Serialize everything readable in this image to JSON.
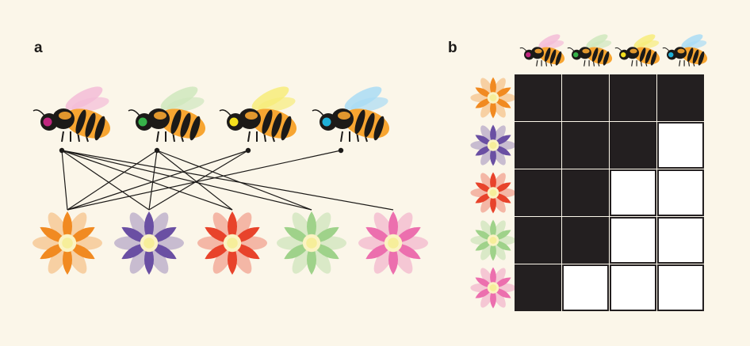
{
  "panels": {
    "a": {
      "label": "a"
    },
    "b": {
      "label": "b"
    }
  },
  "colors": {
    "background": "#fbf6e9",
    "edge_line": "#1c1a18",
    "matrix_filled": "#231f20",
    "matrix_empty": "#ffffff",
    "bee_body_stripe": "#f7a531",
    "bee_body_dark": "#1c1a18"
  },
  "bees": [
    {
      "name": "bee-1",
      "tag_color": "#c0267f",
      "wing_color": "#f3bcd7"
    },
    {
      "name": "bee-2",
      "tag_color": "#37b34a",
      "wing_color": "#cfe7bd"
    },
    {
      "name": "bee-3",
      "tag_color": "#f4e01d",
      "wing_color": "#f7ec7a"
    },
    {
      "name": "bee-4",
      "tag_color": "#1fb0d8",
      "wing_color": "#a9dcf4"
    }
  ],
  "flowers": [
    {
      "name": "orange-flower",
      "petal_color": "#f18a21"
    },
    {
      "name": "purple-flower",
      "petal_color": "#6a4fa3"
    },
    {
      "name": "red-flower",
      "petal_color": "#e8432b"
    },
    {
      "name": "green-flower",
      "petal_color": "#9fd28a"
    },
    {
      "name": "pink-flower",
      "petal_color": "#ec6fae"
    }
  ],
  "network_edges": [
    [
      0,
      0
    ],
    [
      0,
      1
    ],
    [
      0,
      2
    ],
    [
      0,
      3
    ],
    [
      0,
      4
    ],
    [
      1,
      0
    ],
    [
      1,
      1
    ],
    [
      1,
      2
    ],
    [
      1,
      3
    ],
    [
      2,
      0
    ],
    [
      2,
      1
    ],
    [
      3,
      0
    ]
  ],
  "interaction_matrix": [
    [
      1,
      1,
      1,
      1
    ],
    [
      1,
      1,
      1,
      0
    ],
    [
      1,
      1,
      0,
      0
    ],
    [
      1,
      1,
      0,
      0
    ],
    [
      1,
      0,
      0,
      0
    ]
  ]
}
